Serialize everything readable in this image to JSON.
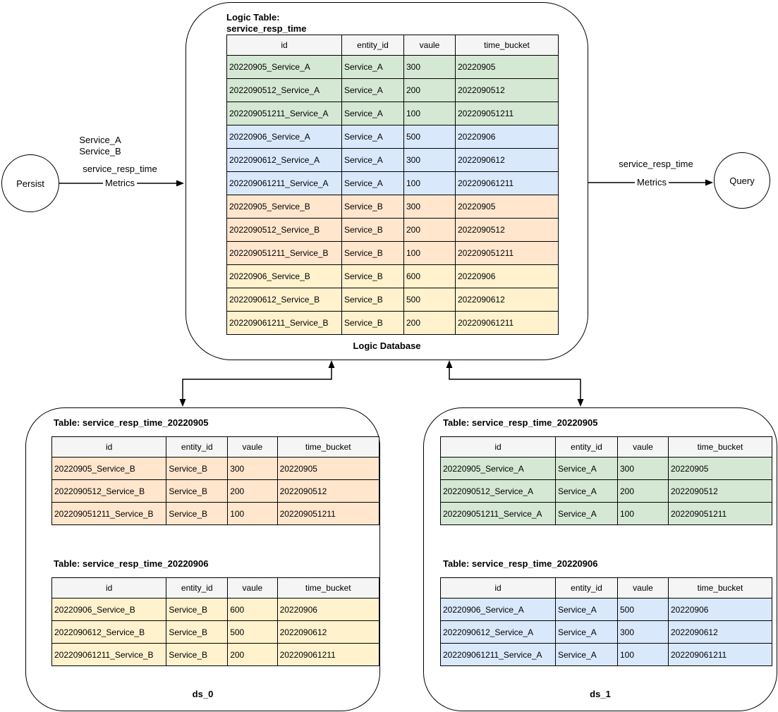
{
  "nodes": {
    "persist": {
      "label": "Persist"
    },
    "query": {
      "label": "Query"
    }
  },
  "edges": {
    "persist_to_db": {
      "label": "Metrics",
      "services": [
        "Service_A",
        "Service_B"
      ],
      "metric": "service_resp_time"
    },
    "db_to_query": {
      "label": "Metrics",
      "metric": "service_resp_time"
    }
  },
  "logic_db": {
    "caption": "Logic Database",
    "table_title": {
      "line1": "Logic Table:",
      "line2": "service_resp_time"
    }
  },
  "ds0": {
    "caption": "ds_0",
    "table1_title": "Table: service_resp_time_20220905",
    "table2_title": "Table: service_resp_time_20220906"
  },
  "ds1": {
    "caption": "ds_1",
    "table1_title": "Table: service_resp_time_20220905",
    "table2_title": "Table: service_resp_time_20220906"
  },
  "columns": [
    "id",
    "entity_id",
    "vaule",
    "time_bucket"
  ],
  "colors": {
    "green": "#d5e8d4",
    "blue": "#dae8fc",
    "orange": "#ffe6cc",
    "yellow": "#fff2cc",
    "header_bg": "#f5f5f5"
  },
  "tables": {
    "logic": {
      "rows": [
        {
          "color": "green",
          "cells": [
            "20220905_Service_A",
            "Service_A",
            "300",
            "20220905"
          ]
        },
        {
          "color": "green",
          "cells": [
            "2022090512_Service_A",
            "Service_A",
            "200",
            "2022090512"
          ]
        },
        {
          "color": "green",
          "cells": [
            "202209051211_Service_A",
            "Service_A",
            "100",
            "202209051211"
          ]
        },
        {
          "color": "blue",
          "cells": [
            "20220906_Service_A",
            "Service_A",
            "500",
            "20220906"
          ]
        },
        {
          "color": "blue",
          "cells": [
            "2022090612_Service_A",
            "Service_A",
            "300",
            "2022090612"
          ]
        },
        {
          "color": "blue",
          "cells": [
            "202209061211_Service_A",
            "Service_A",
            "100",
            "202209061211"
          ]
        },
        {
          "color": "orange",
          "cells": [
            "20220905_Service_B",
            "Service_B",
            "300",
            "20220905"
          ]
        },
        {
          "color": "orange",
          "cells": [
            "2022090512_Service_B",
            "Service_B",
            "200",
            "2022090512"
          ]
        },
        {
          "color": "orange",
          "cells": [
            "202209051211_Service_B",
            "Service_B",
            "100",
            "202209051211"
          ]
        },
        {
          "color": "yellow",
          "cells": [
            "20220906_Service_B",
            "Service_B",
            "600",
            "20220906"
          ]
        },
        {
          "color": "yellow",
          "cells": [
            "2022090612_Service_B",
            "Service_B",
            "500",
            "2022090612"
          ]
        },
        {
          "color": "yellow",
          "cells": [
            "202209061211_Service_B",
            "Service_B",
            "200",
            "202209061211"
          ]
        }
      ]
    },
    "ds0_t1": {
      "rows": [
        {
          "color": "orange",
          "cells": [
            "20220905_Service_B",
            "Service_B",
            "300",
            "20220905"
          ]
        },
        {
          "color": "orange",
          "cells": [
            "2022090512_Service_B",
            "Service_B",
            "200",
            "2022090512"
          ]
        },
        {
          "color": "orange",
          "cells": [
            "202209051211_Service_B",
            "Service_B",
            "100",
            "202209051211"
          ]
        }
      ]
    },
    "ds0_t2": {
      "rows": [
        {
          "color": "yellow",
          "cells": [
            "20220906_Service_B",
            "Service_B",
            "600",
            "20220906"
          ]
        },
        {
          "color": "yellow",
          "cells": [
            "2022090612_Service_B",
            "Service_B",
            "500",
            "2022090612"
          ]
        },
        {
          "color": "yellow",
          "cells": [
            "202209061211_Service_B",
            "Service_B",
            "200",
            "202209061211"
          ]
        }
      ]
    },
    "ds1_t1": {
      "rows": [
        {
          "color": "green",
          "cells": [
            "20220905_Service_A",
            "Service_A",
            "300",
            "20220905"
          ]
        },
        {
          "color": "green",
          "cells": [
            "2022090512_Service_A",
            "Service_A",
            "200",
            "2022090512"
          ]
        },
        {
          "color": "green",
          "cells": [
            "202209051211_Service_A",
            "Service_A",
            "100",
            "202209051211"
          ]
        }
      ]
    },
    "ds1_t2": {
      "rows": [
        {
          "color": "blue",
          "cells": [
            "20220906_Service_A",
            "Service_A",
            "500",
            "20220906"
          ]
        },
        {
          "color": "blue",
          "cells": [
            "2022090612_Service_A",
            "Service_A",
            "300",
            "2022090612"
          ]
        },
        {
          "color": "blue",
          "cells": [
            "202209061211_Service_A",
            "Service_A",
            "100",
            "202209061211"
          ]
        }
      ]
    }
  }
}
